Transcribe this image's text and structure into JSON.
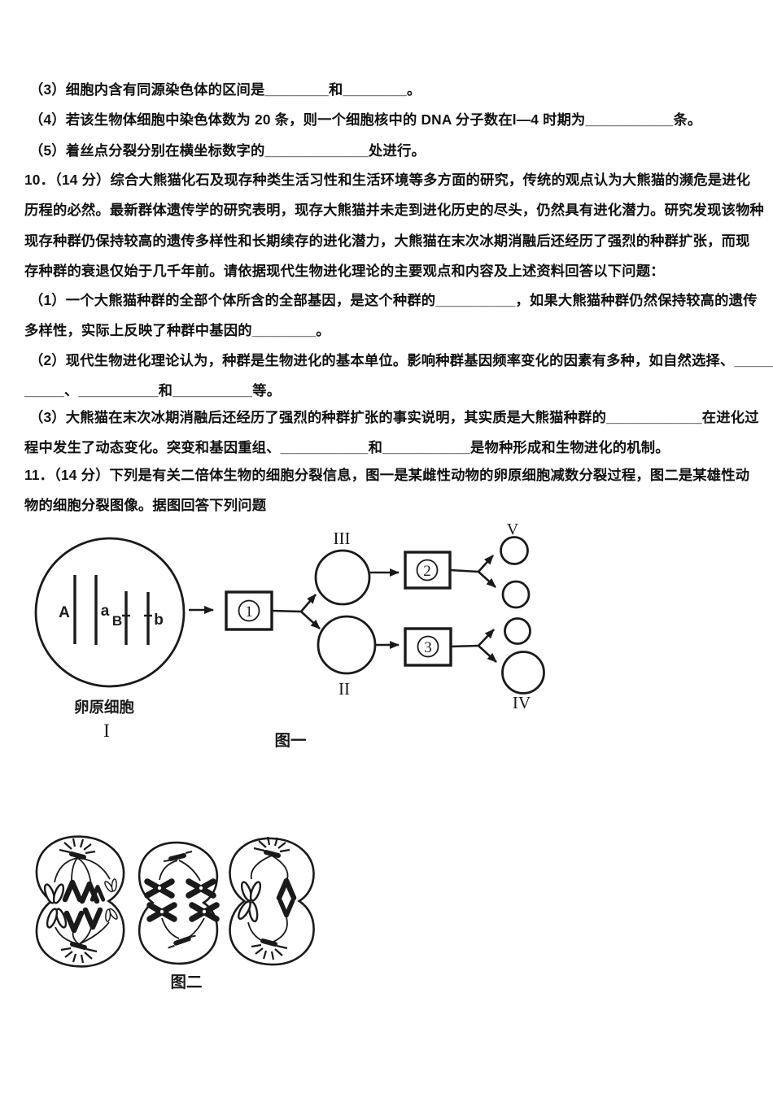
{
  "page": {
    "background": "#ffffff",
    "ink": "#1a1a1a"
  },
  "lines": [
    "（3）细胞内含有同源染色体的区间是________和________。",
    "（4）若该生物体细胞中染色体数为 20 条，则一个细胞核中的 DNA 分子数在l—4 时期为___________条。",
    "（5）着丝点分裂分别在横坐标数字的_____________处进行。",
    "10．（14 分）综合大熊猫化石及现存种类生活习性和生活环境等多方面的研究，传统的观点认为大熊猫的濒危是进化",
    "历程的必然。最新群体遗传学的研究表明，现存大熊猫并未走到进化历史的尽头，仍然具有进化潜力。研究发现该物种",
    "现存种群仍保持较高的遗传多样性和长期续存的进化潜力，大熊猫在末次冰期消融后还经历了强烈的种群扩张，而现",
    "存种群的衰退仅始于几千年前。请依据现代生物进化理论的主要观点和内容及上述资料回答以下问题：",
    "（1）一个大熊猫种群的全部个体所含的全部基因，是这个种群的__________，如果大熊猫种群仍然保持较高的遗传",
    "多样性，实际上反映了种群中基因的________。",
    "（2）现代生物进化理论认为，种群是生物进化的基本单位。影响种群基因频率变化的因素有多种，如自然选择、_____",
    "_____、__________和__________等。",
    "（3）大熊猫在末次冰期消融后还经历了强烈的种群扩张的事实说明，其实质是大熊猫种群的____________在进化过",
    "程中发生了动态变化。突变和基因重组、___________和___________是物种形成和生物进化的机制。",
    "11．（14 分）下列是有关二倍体生物的细胞分裂信息，图一是某雌性动物的卵原细胞减数分裂过程，图二是某雄性动",
    "物的细胞分裂图像。据图回答下列问题"
  ],
  "figure1": {
    "caption": "图一",
    "source_cell_label": "卵原细胞",
    "numeral_I": "I",
    "numeral_II": "II",
    "numeral_III": "III",
    "numeral_IV": "IV",
    "numeral_V": "V",
    "chromosome_A": "A",
    "chromosome_a": "a",
    "chromosome_B": "B",
    "chromosome_b": "b",
    "process_box_1": "1",
    "process_box_2": "2",
    "process_box_3": "3"
  },
  "figure2": {
    "caption": "图二"
  }
}
